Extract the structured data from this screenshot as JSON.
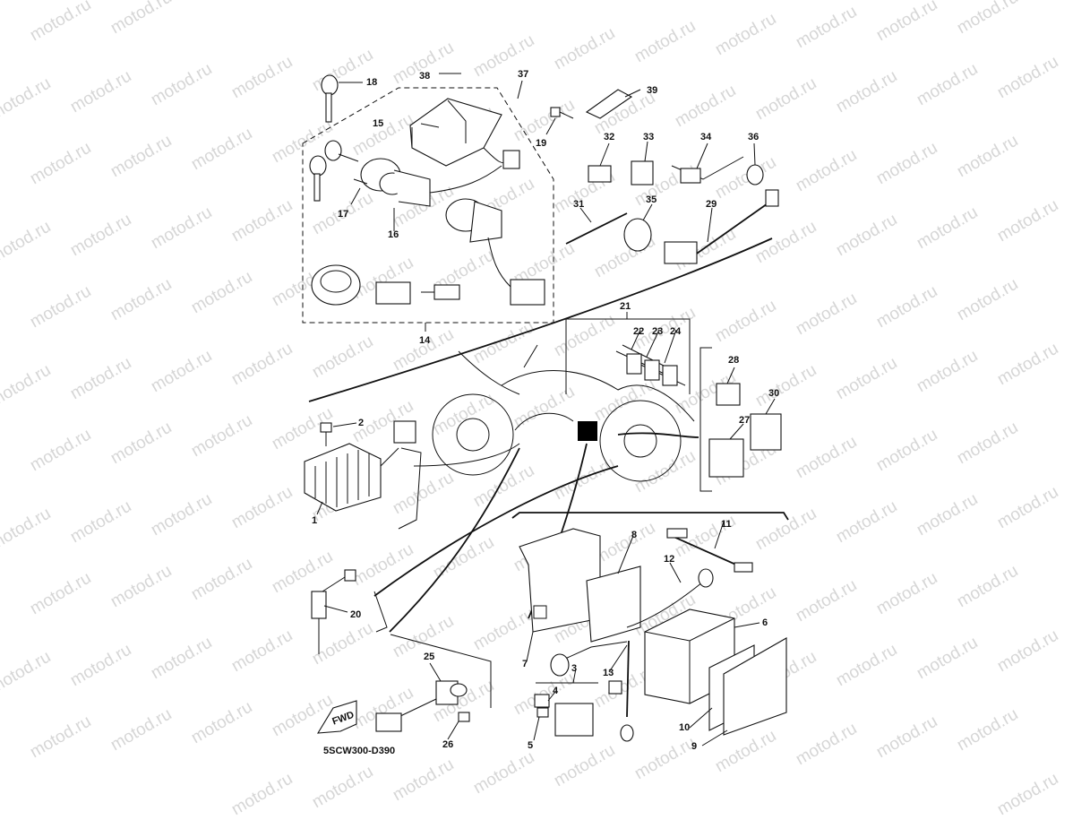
{
  "diagram": {
    "code": "5SCW300-D390",
    "watermark": "motod.ru",
    "fwd_label": "FWD",
    "callouts": {
      "c1": "1",
      "c2": "2",
      "c3": "3",
      "c4": "4",
      "c5": "5",
      "c6": "6",
      "c7": "7",
      "c8": "8",
      "c9": "9",
      "c10": "10",
      "c11": "11",
      "c12": "12",
      "c13": "13",
      "c14": "14",
      "c15": "15",
      "c16": "16",
      "c17": "17",
      "c18": "18",
      "c19": "19",
      "c20": "20",
      "c21": "21",
      "c22": "22",
      "c23": "23",
      "c24": "24",
      "c25": "25",
      "c26": "26",
      "c27": "27",
      "c28": "28",
      "c29": "29",
      "c30": "30",
      "c31": "31",
      "c32": "32",
      "c33": "33",
      "c34": "34",
      "c35": "35",
      "c36": "36",
      "c37": "37",
      "c38": "38",
      "c39": "39"
    }
  }
}
